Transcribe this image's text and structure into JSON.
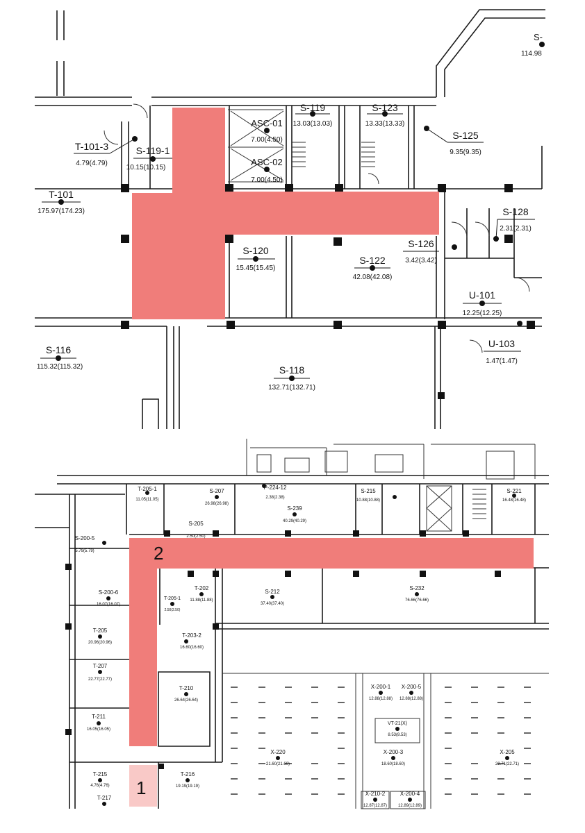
{
  "colors": {
    "corridor": "#f07d7a",
    "corridor_light": "#f9c9c7",
    "wall": "#1a1a1a"
  },
  "upper_plan": {
    "rooms": [
      {
        "id": "S-119",
        "area": "13.03(13.03)"
      },
      {
        "id": "S-123",
        "area": "13.33(13.33)"
      },
      {
        "id": "ASC-01",
        "area": "7.00(4.50)"
      },
      {
        "id": "ASC-02",
        "area": "7.00(4.50)"
      },
      {
        "id": "S-125",
        "area": "9.35(9.35)"
      },
      {
        "id": "T-101-3",
        "area": "4.79(4.79)"
      },
      {
        "id": "S-119-1",
        "area": "10.15(10.15)"
      },
      {
        "id": "T-101",
        "area": "175.97(174.23)"
      },
      {
        "id": "S-128",
        "area": "2.31(2.31)"
      },
      {
        "id": "S-126",
        "area": "3.42(3.42)"
      },
      {
        "id": "S-120",
        "area": "15.45(15.45)"
      },
      {
        "id": "S-122",
        "area": "42.08(42.08)"
      },
      {
        "id": "U-101",
        "area": "12.25(12.25)"
      },
      {
        "id": "S-116",
        "area": "115.32(115.32)"
      },
      {
        "id": "S-118",
        "area": "132.71(132.71)"
      },
      {
        "id": "U-103",
        "area": "1.47(1.47)"
      },
      {
        "id": "S-",
        "area": "114.98"
      }
    ]
  },
  "lower_plan": {
    "zone_labels": [
      "2",
      "1"
    ],
    "rooms": [
      {
        "id": "T-205-1",
        "area": "11.05(11.05)"
      },
      {
        "id": "S-207",
        "area": "26.98(26.98)"
      },
      {
        "id": "P-224-12",
        "area": "2.38(2.38)"
      },
      {
        "id": "S-239",
        "area": "40.29(40.29)"
      },
      {
        "id": "S-215",
        "area": "10.88(10.88)"
      },
      {
        "id": "S-221",
        "area": "16.48(16.48)"
      },
      {
        "id": "S-205",
        "area": "2.50(2.50)"
      },
      {
        "id": "S-200-5",
        "area": "5.79(5.79)"
      },
      {
        "id": "S-200-6",
        "area": "16.07(16.07)"
      },
      {
        "id": "T-202",
        "area": "11.88(11.88)"
      },
      {
        "id": "T-205-1",
        "area": "2.50(2.50)"
      },
      {
        "id": "S-212",
        "area": "37.40(37.40)"
      },
      {
        "id": "S-232",
        "area": "76.66(76.66)"
      },
      {
        "id": "T-205",
        "area": "20.96(20.96)"
      },
      {
        "id": "T-203-2",
        "area": "16.60(16.60)"
      },
      {
        "id": "T-207",
        "area": "22.77(22.77)"
      },
      {
        "id": "T-210",
        "area": "26.64(26.64)"
      },
      {
        "id": "X-200-1",
        "area": "12.88(12.88)"
      },
      {
        "id": "X-200-5",
        "area": "12.88(12.88)"
      },
      {
        "id": "VT-21(X)",
        "area": "8.53(8.53)"
      },
      {
        "id": "T-211",
        "area": "16.05(16.05)"
      },
      {
        "id": "X-200-3",
        "area": "18.60(18.60)"
      },
      {
        "id": "X-220",
        "area": "21.60(21.60)"
      },
      {
        "id": "X-205",
        "area": "22.71(22.71)"
      },
      {
        "id": "T-215",
        "area": "4.76(4.76)"
      },
      {
        "id": "T-216",
        "area": "19.19(19.19)"
      },
      {
        "id": "T-217",
        "area": ""
      },
      {
        "id": "X-210-2",
        "area": "12.87(12.87)"
      },
      {
        "id": "X-200-4",
        "area": "12.89(12.89)"
      }
    ]
  }
}
